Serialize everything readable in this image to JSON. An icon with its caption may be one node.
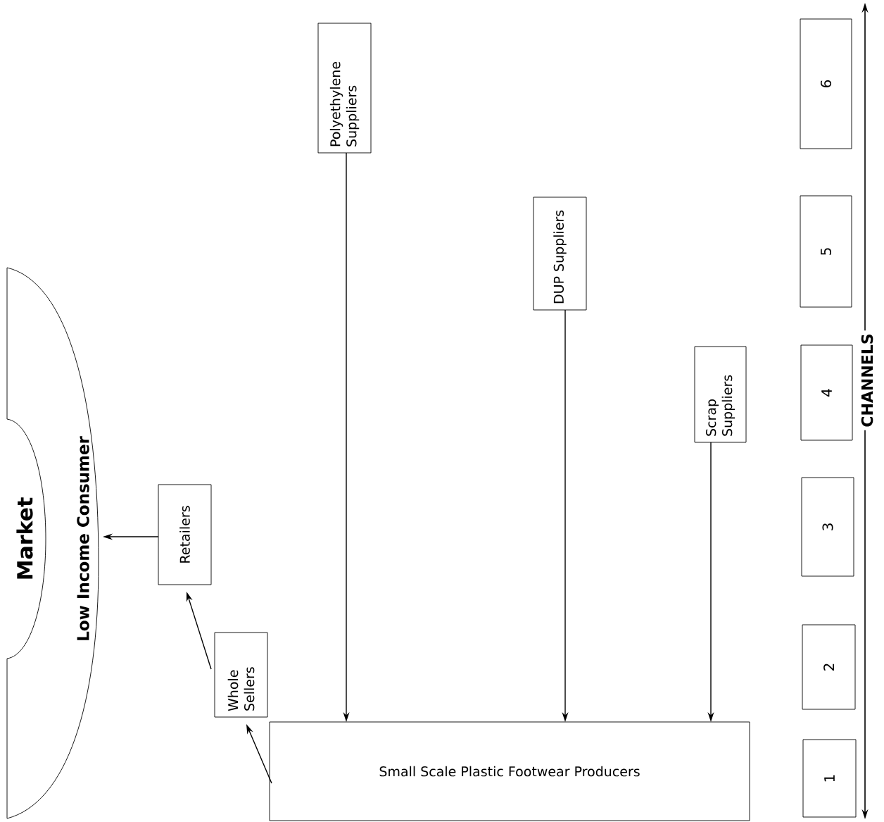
{
  "diagram": {
    "nodes": [
      {
        "text": [
          "Market",
          "Low Income Consumer"
        ]
      },
      {
        "text": [
          "Retailers"
        ]
      },
      {
        "text": [
          "Whole Sellers"
        ]
      },
      {
        "text": [
          "Polyethylene Suppliers"
        ]
      },
      {
        "text": [
          "DUP Suppliers"
        ]
      },
      {
        "text": [
          "Scrap Suppliers"
        ]
      },
      {
        "text": [
          "Small Scale Plastic Footwear Producers"
        ]
      },
      {
        "text": [
          "6"
        ]
      },
      {
        "text": [
          "5"
        ]
      },
      {
        "text": [
          "4"
        ]
      },
      {
        "text": [
          "3"
        ]
      },
      {
        "text": [
          "2"
        ]
      },
      {
        "text": [
          "1"
        ]
      }
    ],
    "edges": [
      {
        "from": 3,
        "to": 6,
        "arrow": "to"
      },
      {
        "from": 4,
        "to": 6,
        "arrow": "to"
      },
      {
        "from": 5,
        "to": 6,
        "arrow": "to"
      },
      {
        "from": 6,
        "to": 2,
        "arrow": "to"
      },
      {
        "from": 2,
        "to": 1,
        "arrow": "to"
      },
      {
        "from": 1,
        "to": 0,
        "arrow": "to"
      }
    ],
    "labels": [
      "CHANNELS"
    ]
  }
}
